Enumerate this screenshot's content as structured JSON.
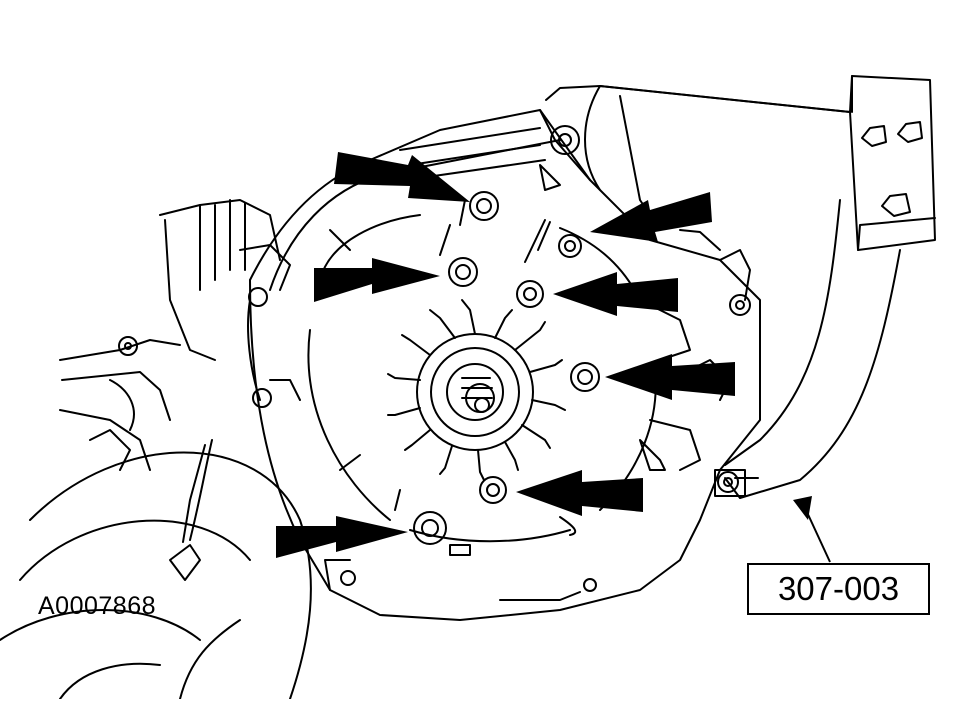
{
  "figure_id": "A0007868",
  "tool_callout": "307-003",
  "colors": {
    "line": "#000000",
    "background": "#ffffff"
  },
  "arrows": [
    {
      "name": "bolt-arrow-upper-left",
      "target": "upper-left-bolt"
    },
    {
      "name": "bolt-arrow-upper-right",
      "target": "upper-right-bolt"
    },
    {
      "name": "bolt-arrow-left",
      "target": "left-bolt"
    },
    {
      "name": "bolt-arrow-right",
      "target": "right-upper-bolt"
    },
    {
      "name": "bolt-arrow-right-lower",
      "target": "right-bolt"
    },
    {
      "name": "bolt-arrow-lower-right",
      "target": "lower-bolt"
    },
    {
      "name": "bolt-arrow-lower-left",
      "target": "lower-left-bolt"
    }
  ]
}
